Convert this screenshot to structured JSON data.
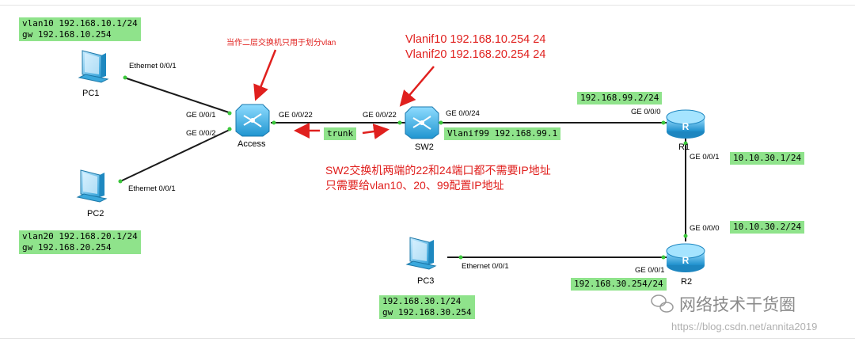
{
  "boxes": {
    "pc1_ip": "vlan10 192.168.10.1/24\ngw 192.168.10.254",
    "pc2_ip": "vlan20 192.168.20.1/24\ngw 192.168.20.254",
    "pc3_ip": "192.168.30.1/24\ngw 192.168.30.254",
    "trunk": "trunk",
    "sw2_vlanif99": "Vlanif99 192.168.99.1",
    "r1_ip": "192.168.99.2/24",
    "r1_g001": "10.10.30.1/24",
    "r2_g000": "10.10.30.2/24",
    "r2_g001": "192.168.30.254/24"
  },
  "devices": {
    "pc1": "PC1",
    "pc2": "PC2",
    "pc3": "PC3",
    "access": "Access",
    "sw2": "SW2",
    "r1": "R1",
    "r2": "R2"
  },
  "ports": {
    "pc1_eth": "Ethernet 0/0/1",
    "pc2_eth": "Ethernet 0/0/1",
    "pc3_eth": "Ethernet 0/0/1",
    "access_ge1": "GE 0/0/1",
    "access_ge2": "GE 0/0/2",
    "access_ge22": "GE 0/0/22",
    "sw2_ge22": "GE 0/0/22",
    "sw2_ge24": "GE 0/0/24",
    "r1_ge0": "GE 0/0/0",
    "r1_ge1": "GE 0/0/1",
    "r2_ge0": "GE 0/0/0",
    "r2_ge1": "GE 0/0/1"
  },
  "notes": {
    "access_note": "当作二层交换机只用于划分vlan",
    "vlanif_line1": "Vlanif10 192.168.10.254 24",
    "vlanif_line2": "Vlanif20 192.168.20.254 24",
    "sw2_note_line1": "SW2交换机两端的22和24端口都不需要IP地址",
    "sw2_note_line2": "只需要给vlan10、20、99配置IP地址"
  },
  "watermark": {
    "wechat": "网络技术干货圈",
    "url": "https://blog.csdn.net/annita2019"
  },
  "colors": {
    "box_green": "#8fe38b",
    "note_red": "#e0201e",
    "port_dot": "#3cc83c",
    "device_blue": "#2aa9e0"
  }
}
